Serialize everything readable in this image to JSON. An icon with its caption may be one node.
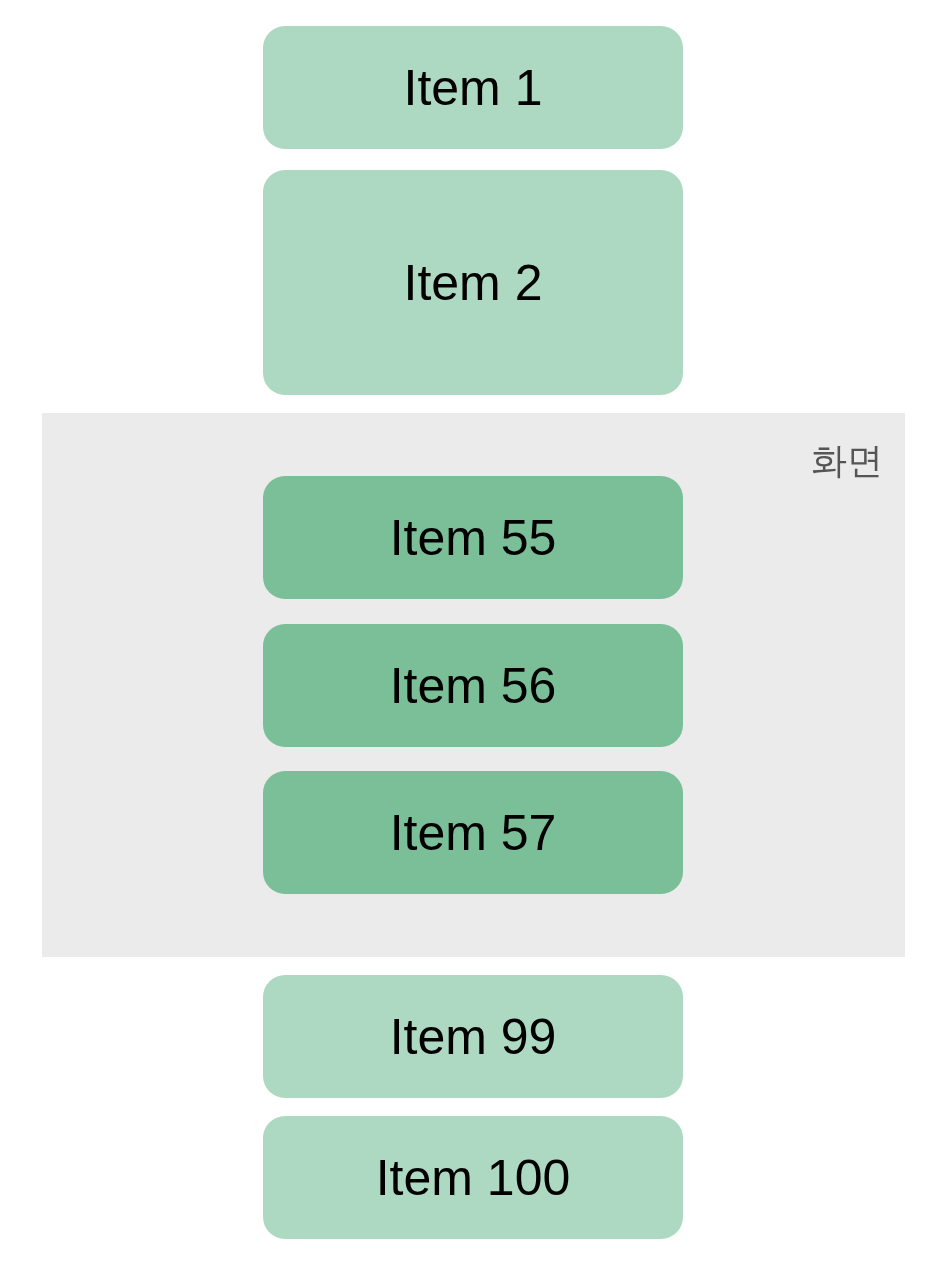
{
  "diagram": {
    "nodes": [
      {
        "text": [
          "Item 1"
        ]
      },
      {
        "text": [
          "Item 2"
        ]
      },
      {
        "text": [
          "화면"
        ]
      },
      {
        "text": [
          "Item 55"
        ],
        "in": 2
      },
      {
        "text": [
          "Item 56"
        ],
        "in": 2
      },
      {
        "text": [
          "Item 57"
        ],
        "in": 2
      },
      {
        "text": [
          "Item 99"
        ]
      },
      {
        "text": [
          "Item 100"
        ]
      }
    ]
  }
}
